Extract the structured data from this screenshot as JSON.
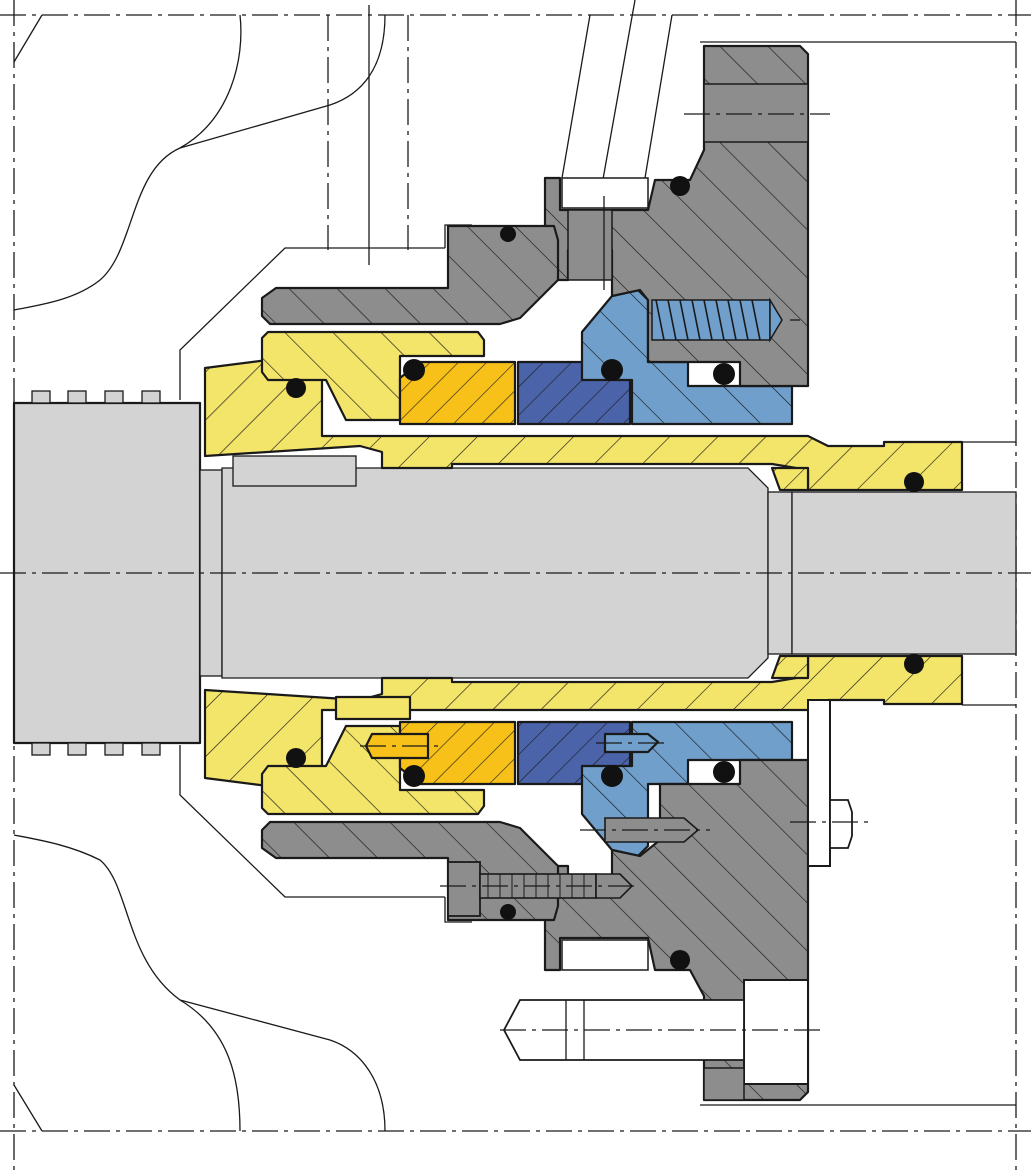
{
  "colors": {
    "background": "#ffffff",
    "shaft": "#d3d3d3",
    "shaft_edge": "#c4c4c4",
    "sleeve_yellow": "#f3e46a",
    "rotary_face_orange": "#f7c11a",
    "stationary_face_blue": "#4b63a8",
    "seat_holder_blue": "#6f9fca",
    "housing_gray": "#8d8d8d",
    "oring_black": "#111111",
    "line": "#1a1a1a"
  },
  "components": [
    {
      "name": "shaft",
      "color_key": "shaft"
    },
    {
      "name": "shaft-sleeve",
      "color_key": "sleeve_yellow"
    },
    {
      "name": "rotating-seal-ring",
      "color_key": "rotary_face_orange"
    },
    {
      "name": "stationary-seal-ring",
      "color_key": "stationary_face_blue"
    },
    {
      "name": "seal-ring-carrier",
      "color_key": "seat_holder_blue"
    },
    {
      "name": "gland-housing",
      "color_key": "housing_gray"
    },
    {
      "name": "o-rings",
      "color_key": "oring_black"
    }
  ]
}
